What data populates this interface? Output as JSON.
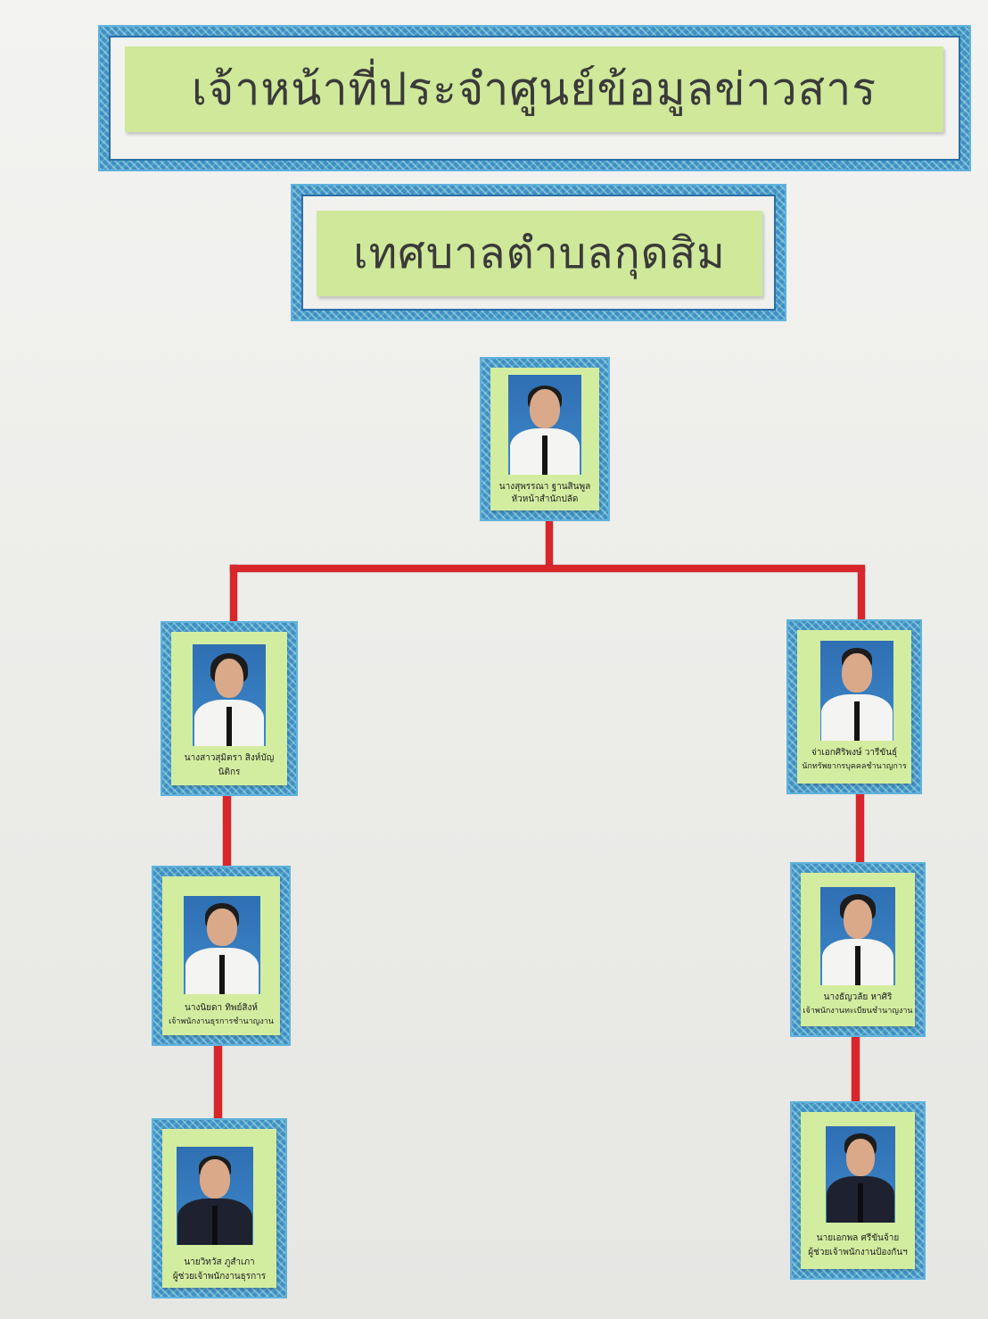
{
  "title": {
    "main": "เจ้าหน้าที่ประจำศูนย์ข้อมูลข่าวสาร",
    "sub": "เทศบาลตำบลกุดสิม"
  },
  "colors": {
    "tape_blue": "#3d8fc4",
    "plate_green": "#cfe89a",
    "card_green": "#d3eda0",
    "connector_red": "#d9262b",
    "photo_background_blue": "#3c88c9"
  },
  "people": {
    "head": {
      "name": "นางสุพรรณา  ฐานสินพูล",
      "position": "หัวหน้าสำนักปลัด"
    },
    "left_1": {
      "name": "นางสาวสุมิตรา  สิงห์บัญ",
      "position": "นิติกร"
    },
    "left_2": {
      "name": "นางนิยดา  ทิพย์สิงห์",
      "position": "เจ้าพนักงานธุรการชำนาญงาน"
    },
    "left_3": {
      "name": "นายวิทวัส  ภูสำเภา",
      "position": "ผู้ช่วยเจ้าพนักงานธุรการ"
    },
    "right_1": {
      "name": "จ่าเอกศิริพงษ์  วารีขันธุ์",
      "position": "นักทรัพยากรบุคคลชำนาญการ"
    },
    "right_2": {
      "name": "นางธัญวลัย  หาศิริ",
      "position": "เจ้าพนักงานทะเบียนชำนาญงาน"
    },
    "right_3": {
      "name": "นายเอกพล  ศรีขันจ้าย",
      "position": "ผู้ช่วยเจ้าพนักงานป้องกันฯ"
    }
  }
}
